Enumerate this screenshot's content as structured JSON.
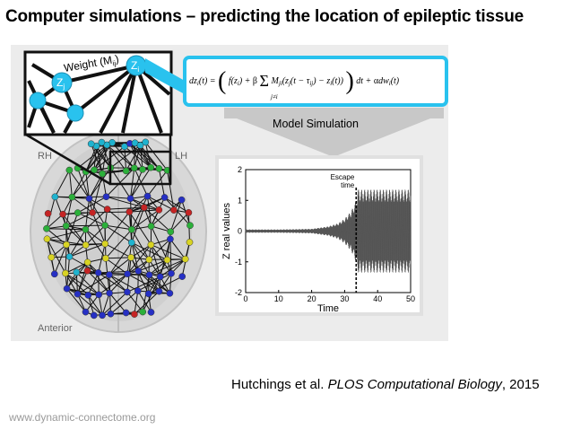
{
  "slide": {
    "title": "Computer simulations – predicting the location of epileptic tissue",
    "footer_url": "www.dynamic-connectome.org"
  },
  "figure": {
    "inset": {
      "weight_label": "Weight (M",
      "weight_sub": "ij",
      "node_i": "Z",
      "node_i_sub": "i",
      "node_j": "Z",
      "node_j_sub": "j"
    },
    "equation": {
      "lhs": "dz",
      "rhs_f": "f(z",
      "beta_sum": "+ β Σ",
      "sum_index": "j≠i",
      "coupling": "M",
      "tail": "dt + αdw",
      "display": "dzᵢ(t) = ( f(zᵢ) + β Σ Mⱼᵢ(zⱼ(t − τᵢⱼ) − zᵢ(t)) ) dt + αdwᵢ(t)"
    },
    "model_simulation_label": "Model Simulation",
    "brain": {
      "rh_label": "RH",
      "lh_label": "LH",
      "anterior_label": "Anterior"
    },
    "colors": {
      "cyan": "#29c2ee",
      "dark": "#111111",
      "arrow_gray": "#c8c8c8"
    }
  },
  "chart_data": {
    "type": "line",
    "xlabel": "Time",
    "ylabel": "Z real values",
    "xlim": [
      0,
      50
    ],
    "ylim": [
      -2,
      2
    ],
    "xticks": [
      0,
      10,
      20,
      30,
      40,
      50
    ],
    "yticks": [
      -2,
      -1,
      0,
      1,
      2
    ],
    "annotation": {
      "text_line1": "Escape",
      "text_line2": "time",
      "x": 33.5
    },
    "envelope": [
      {
        "x": 0,
        "amp": 0.05
      },
      {
        "x": 10,
        "amp": 0.05
      },
      {
        "x": 20,
        "amp": 0.07
      },
      {
        "x": 25,
        "amp": 0.15
      },
      {
        "x": 28,
        "amp": 0.25
      },
      {
        "x": 30,
        "amp": 0.4
      },
      {
        "x": 32,
        "amp": 0.65
      },
      {
        "x": 33.5,
        "amp": 1.0
      },
      {
        "x": 34,
        "amp": 1.35
      },
      {
        "x": 50,
        "amp": 1.35
      }
    ]
  },
  "citation": {
    "authors": "Hutchings et al.",
    "journal": "PLOS Computational Biology",
    "year": ", 2015"
  }
}
